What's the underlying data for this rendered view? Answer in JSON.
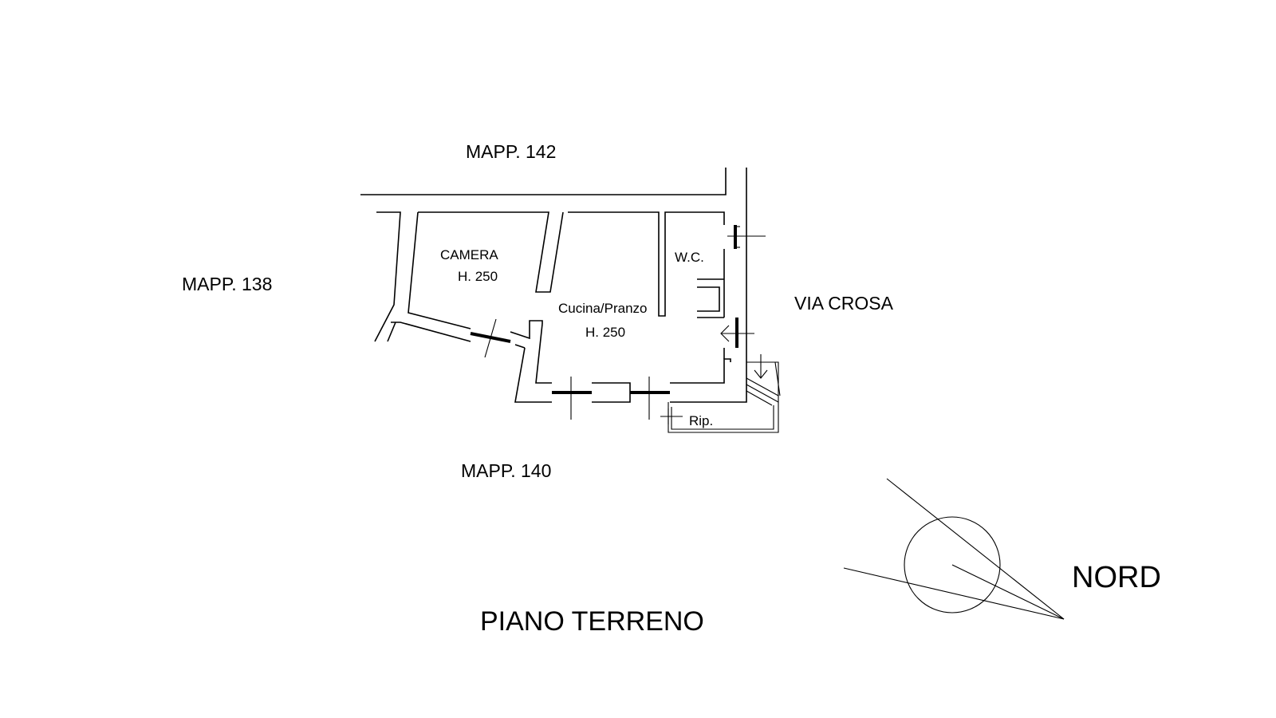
{
  "labels": {
    "mapp_north": "MAPP. 142",
    "mapp_west": "MAPP. 138",
    "mapp_south": "MAPP. 140",
    "street": "VIA  CROSA",
    "camera": "CAMERA",
    "camera_height": "H. 250",
    "kitchen": "Cucina/Pranzo",
    "kitchen_height": "H. 250",
    "wc": "W.C.",
    "storage": "Rip.",
    "floor_title": "PIANO  TERRENO",
    "north": "NORD"
  }
}
